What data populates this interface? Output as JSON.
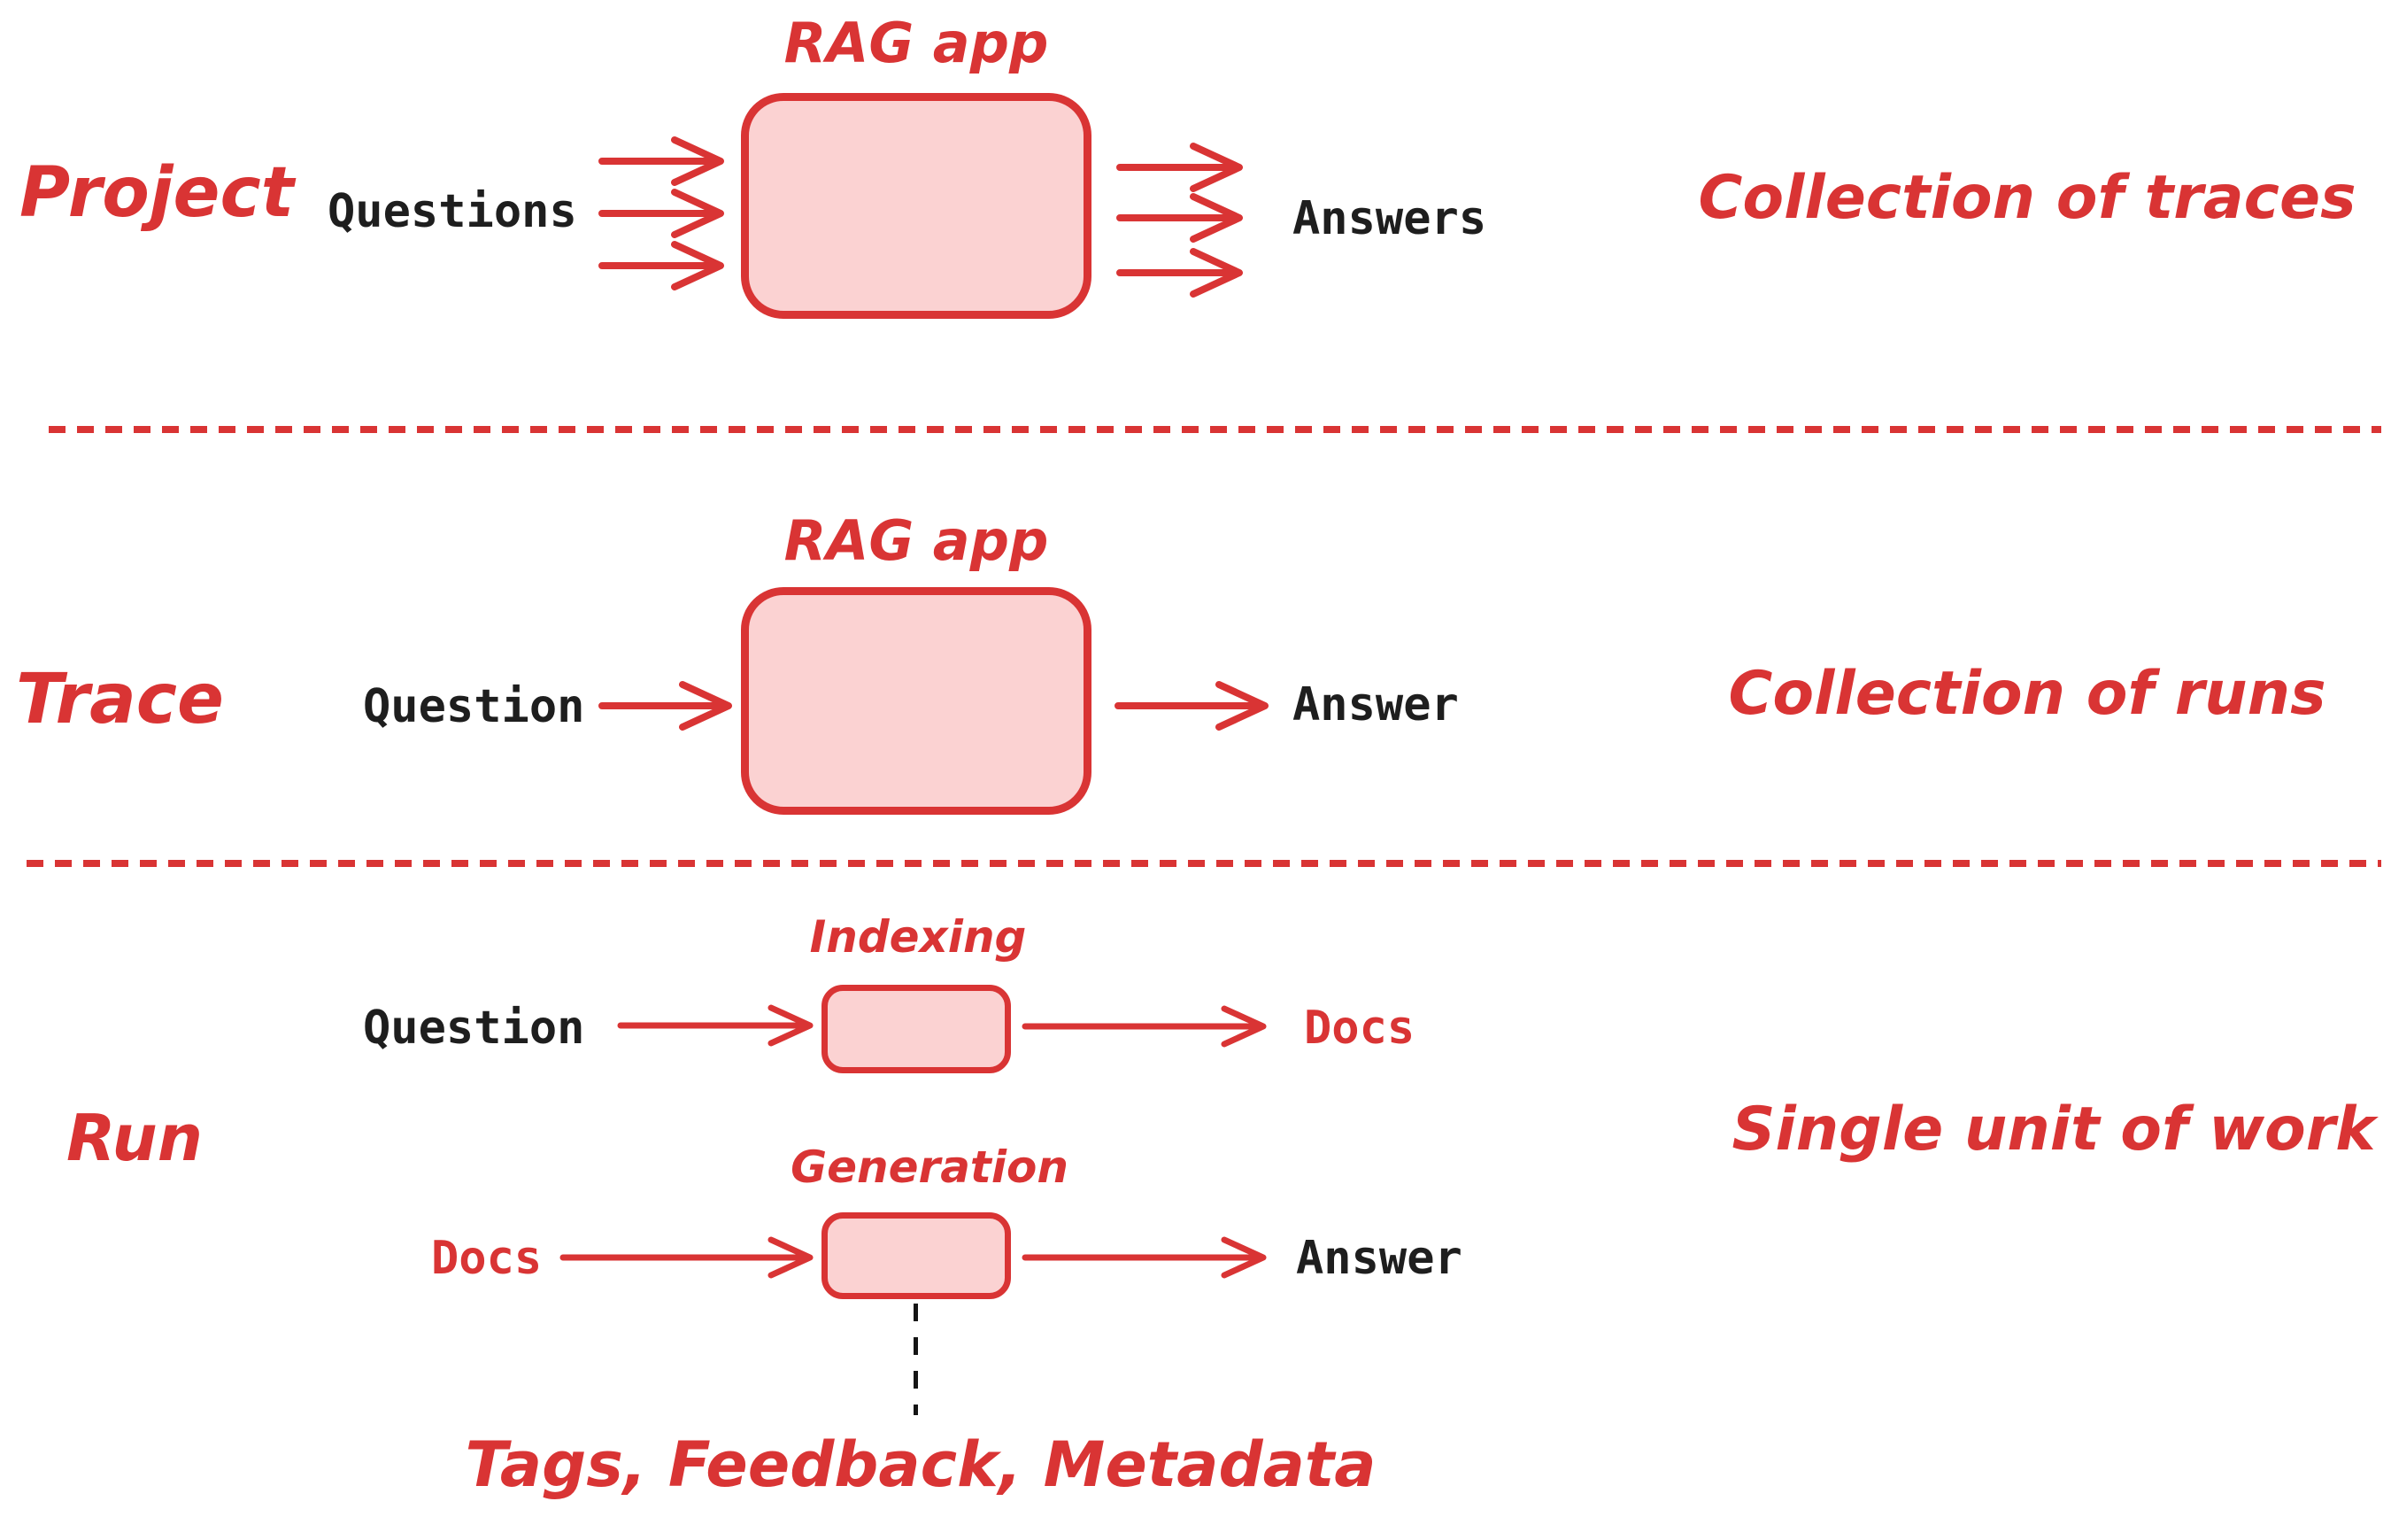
{
  "palette": {
    "stroke_red": "#D93434",
    "box_fill_pink": "#FBD2D2",
    "text_black": "#1E1E1E",
    "dashed_line_black": "#151515",
    "background": "#FFFFFF"
  },
  "project": {
    "label": "Project",
    "box_title": "RAG app",
    "input": "Questions",
    "output": "Answers",
    "note": "Collection of traces"
  },
  "trace": {
    "label": "Trace",
    "box_title": "RAG app",
    "input": "Question",
    "output": "Answer",
    "note": "Collection of runs"
  },
  "run": {
    "label": "Run",
    "note": "Single unit of work",
    "indexing": {
      "box_title": "Indexing",
      "input": "Question",
      "output": "Docs"
    },
    "generation": {
      "box_title": "Generation",
      "input": "Docs",
      "output": "Answer"
    },
    "annotation": "Tags, Feedback, Metadata"
  }
}
